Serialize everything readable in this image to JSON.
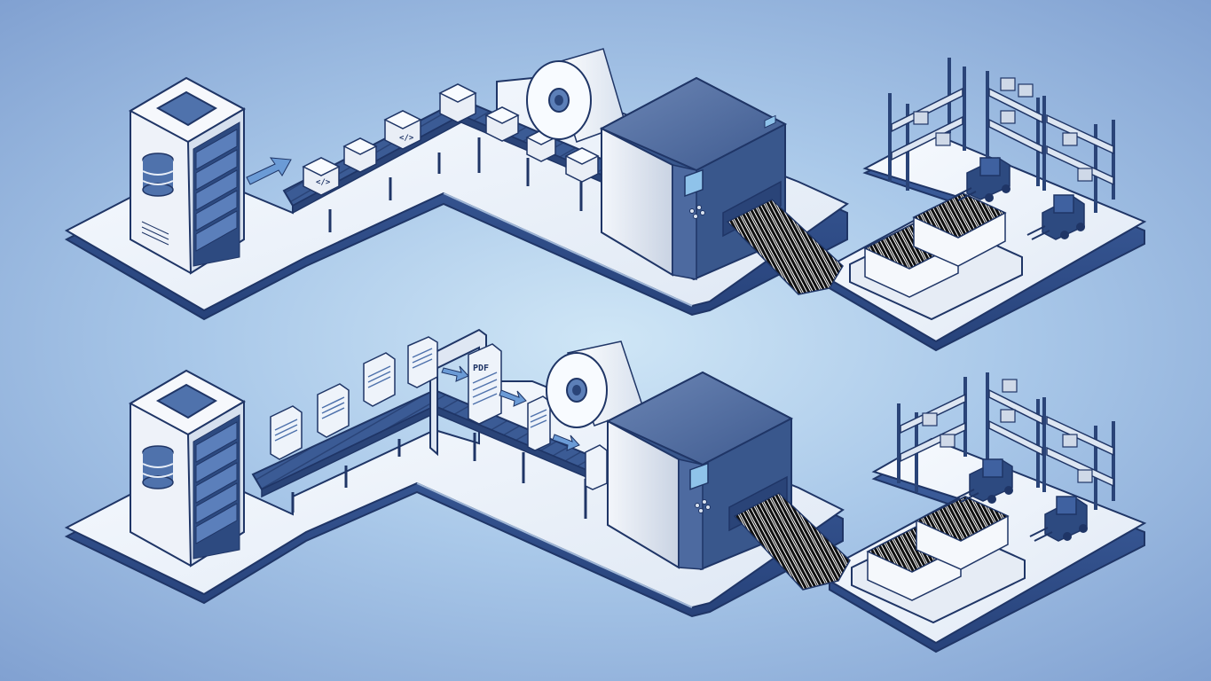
{
  "diagram": {
    "type": "isometric-process-illustration",
    "background_colors": {
      "center": "#cfe6f6",
      "edge": "#7f9fd0"
    },
    "palette": {
      "outline": "#1f3566",
      "dark_blue": "#3b5b95",
      "mid_blue": "#5c7fb8",
      "light_panel": "#e9eff8",
      "platform": "#f2f6fc",
      "screen": "#8fc3ea"
    },
    "rows": [
      {
        "id": "top",
        "stages": [
          "server",
          "conveyor",
          "label-printer",
          "warehouse"
        ],
        "payload_icon": "code-icon",
        "payload_label": "</>",
        "payload_kind": "box"
      },
      {
        "id": "bottom",
        "stages": [
          "server",
          "conveyor",
          "conversion-gate",
          "label-printer",
          "warehouse"
        ],
        "payload_icon": "document-icon",
        "payload_label": "PDF",
        "payload_kind": "document"
      }
    ],
    "labels": {
      "code_symbol": "</>",
      "pdf_label": "PDF"
    }
  }
}
